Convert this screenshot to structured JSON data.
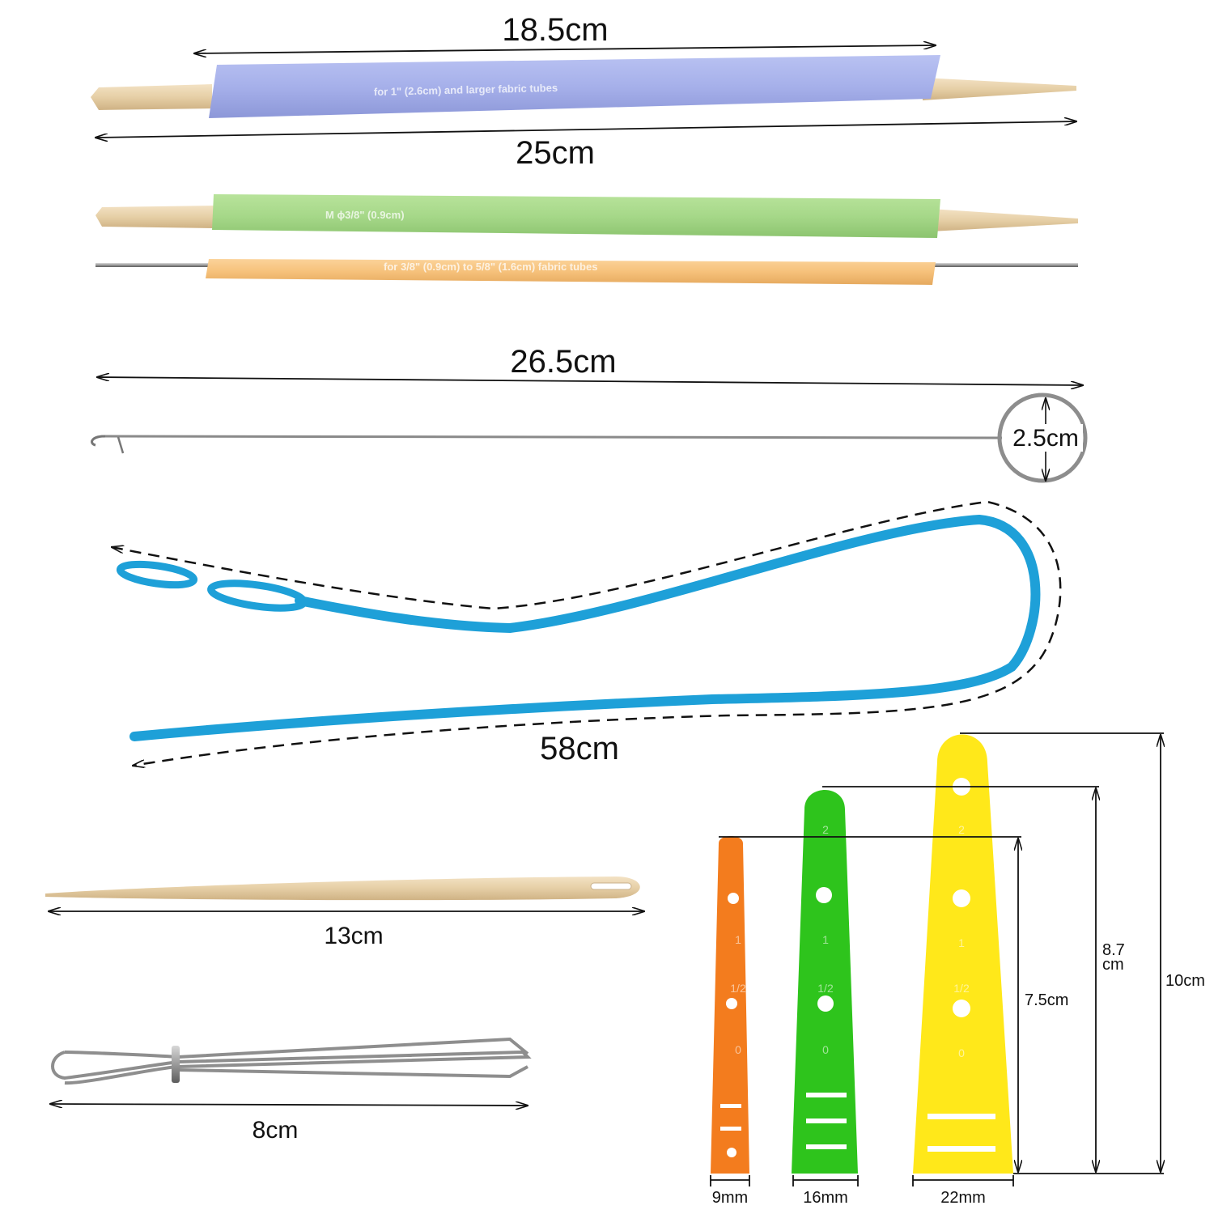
{
  "image": {
    "subject": "fabric tube turners, bodkins and elastic threaders with measurements",
    "background_color": "#ffffff",
    "colors": {
      "tube_blue": "#a9b3ea",
      "tube_green": "#a7d98a",
      "tube_orange": "#f7c27c",
      "loop_threader": "#1ea0d8",
      "threader_orange": "#f37c1e",
      "threader_green": "#2ec41c",
      "threader_yellow": "#ffe81a",
      "bamboo": "#e9d3ad"
    }
  },
  "measurements": {
    "blue_tube_length": "18.5cm",
    "turner_length": "25cm",
    "hook_length": "26.5cm",
    "ring_diameter": "2.5cm",
    "loop_threader_length": "58cm",
    "bodkin_length": "13cm",
    "tweezer_length": "8cm",
    "orange_width": "9mm",
    "green_width": "16mm",
    "yellow_width": "22mm",
    "orange_height": "7.5cm",
    "green_height_1": "8.7",
    "green_height_2": "cm",
    "yellow_height": "10cm"
  },
  "tube_prints": {
    "blue": "for 1\" (2.6cm) and larger fabric tubes",
    "green": "M   ϕ3/8\" (0.9cm)",
    "orange": "for 3/8\" (0.9cm) to 5/8\" (1.6cm) fabric tubes"
  },
  "threader_marks": {
    "orange": [
      "1",
      "1/2",
      "0"
    ],
    "green": [
      "2",
      "1",
      "1/2",
      "0"
    ],
    "yellow": [
      "2",
      "1",
      "1/2",
      "0"
    ]
  }
}
